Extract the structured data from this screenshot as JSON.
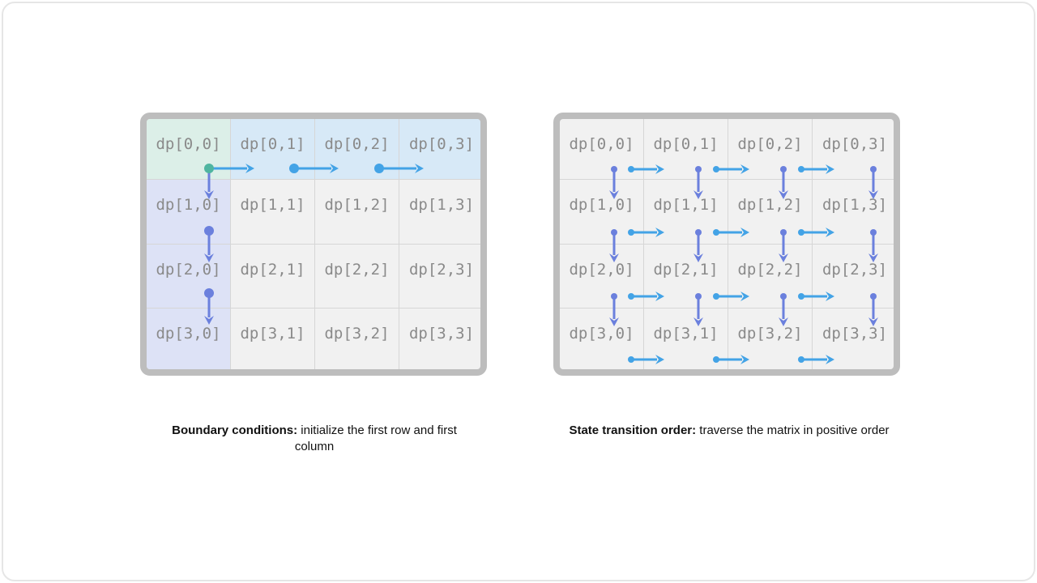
{
  "colors": {
    "origin_cell": "#dcefe8",
    "first_row_cell": "#d7e9f7",
    "first_col_cell": "#dde2f6",
    "origin_dot": "#4fb5a0",
    "horizontal_arrow": "#43a3e6",
    "vertical_arrow": "#6b80dd"
  },
  "left_grid": {
    "cells": [
      [
        "dp[0,0]",
        "dp[0,1]",
        "dp[0,2]",
        "dp[0,3]"
      ],
      [
        "dp[1,0]",
        "dp[1,1]",
        "dp[1,2]",
        "dp[1,3]"
      ],
      [
        "dp[2,0]",
        "dp[2,1]",
        "dp[2,2]",
        "dp[2,3]"
      ],
      [
        "dp[3,0]",
        "dp[3,1]",
        "dp[3,2]",
        "dp[3,3]"
      ]
    ]
  },
  "right_grid": {
    "cells": [
      [
        "dp[0,0]",
        "dp[0,1]",
        "dp[0,2]",
        "dp[0,3]"
      ],
      [
        "dp[1,0]",
        "dp[1,1]",
        "dp[1,2]",
        "dp[1,3]"
      ],
      [
        "dp[2,0]",
        "dp[2,1]",
        "dp[2,2]",
        "dp[2,3]"
      ],
      [
        "dp[3,0]",
        "dp[3,1]",
        "dp[3,2]",
        "dp[3,3]"
      ]
    ]
  },
  "captions": {
    "left": {
      "bold": "Boundary conditions:",
      "text": " initialize the first row and first column"
    },
    "right": {
      "bold": "State transition order:",
      "text": " traverse the matrix in positive order"
    }
  }
}
